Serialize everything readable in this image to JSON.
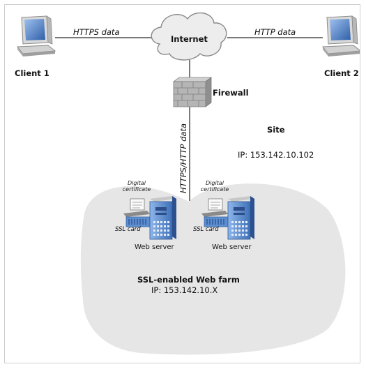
{
  "clients": [
    {
      "label": "Client 1",
      "link_label": "HTTPS data"
    },
    {
      "label": "Client 2",
      "link_label": "HTTP data"
    }
  ],
  "internet": {
    "label": "Internet"
  },
  "firewall": {
    "label": "Firewall"
  },
  "trunk_label": "HTTPS/HTTP data",
  "site": {
    "title": "Site",
    "ip": "IP: 153.142.10.102"
  },
  "servers": [
    {
      "cert_label": "Digital certificate",
      "card_label": "SSL card",
      "server_label": "Web server"
    },
    {
      "cert_label": "Digital certificate",
      "card_label": "SSL card",
      "server_label": "Web server"
    }
  ],
  "farm": {
    "title": "SSL-enabled Web farm",
    "ip": "IP: 153.142.10.X"
  },
  "colors": {
    "cloud_fill": "#e6e6e6",
    "monitor_blue": "#4a78b8",
    "server_blue": "#5d8fd0",
    "firewall_gray": "#a8a8a8",
    "link_gray": "#7a7a7a"
  }
}
